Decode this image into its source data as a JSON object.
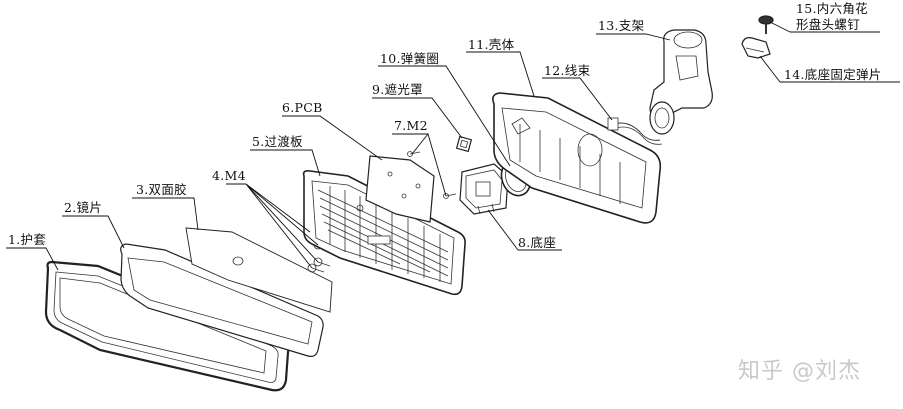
{
  "labels": {
    "p1": "1.护套",
    "p2": "2.镜片",
    "p3": "3.双面胶",
    "p4": "4.M4",
    "p5": "5.过渡板",
    "p6": "6.PCB",
    "p7": "7.M2",
    "p8": "8.底座",
    "p9": "9.遮光罩",
    "p10": "10.弹簧圈",
    "p11": "11.壳体",
    "p12": "12.线束",
    "p13": "13.支架",
    "p14": "14.底座固定弹片",
    "p15_line1": "15.内六角花",
    "p15_line2": "形盘头螺钉"
  },
  "watermark": "知乎 @刘杰"
}
